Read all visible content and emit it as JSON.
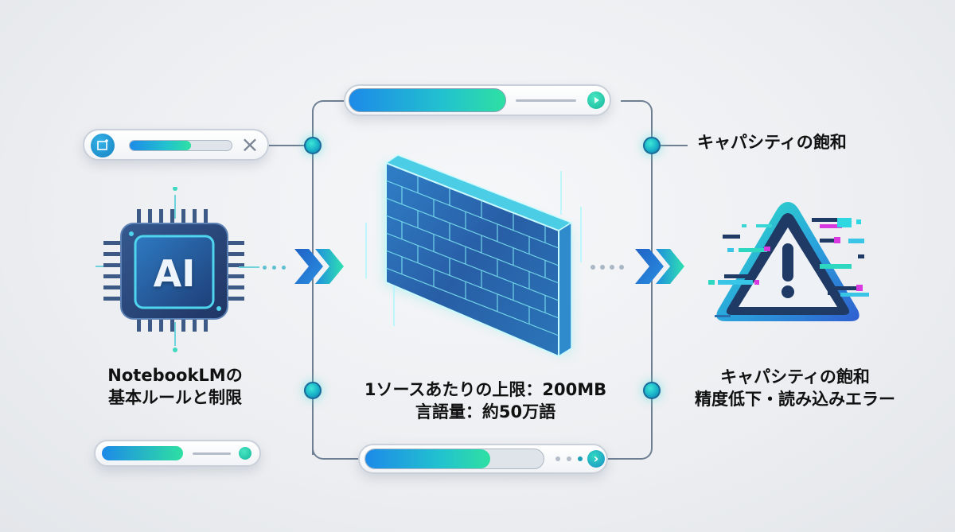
{
  "left": {
    "title_line1": "NotebookLMの",
    "title_line2": "基本ルールと制限",
    "chip_label": "AI",
    "top_widget": {
      "icon": "crop-icon",
      "progress_pct": 60,
      "close_icon": "×"
    },
    "bottom_widget": {
      "progress_pct": 65
    }
  },
  "center": {
    "line1": "1ソースあたりの上限：200MB",
    "line2": "言語量：約50万語",
    "top_widget": {
      "progress_pct": 65,
      "button_icon": "play-icon"
    },
    "bottom_widget": {
      "progress_pct": 70,
      "button_icon": "›"
    }
  },
  "right": {
    "top_label": "キャパシティの飽和",
    "line1": "キャパシティの飽和",
    "line2": "精度低下・読み込みエラー"
  },
  "colors": {
    "accent_blue": "#1d8ae8",
    "accent_teal": "#2ee0a2",
    "chip_dark": "#2b4a7c",
    "line": "#6f7f93"
  }
}
